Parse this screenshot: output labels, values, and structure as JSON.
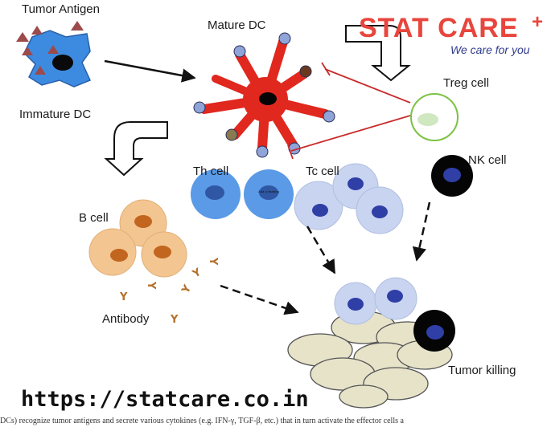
{
  "labels": {
    "tumor_antigen": "Tumor Antigen",
    "immature_dc": "Immature DC",
    "mature_dc": "Mature DC",
    "treg_cell": "Treg cell",
    "th_cell": "Th cell",
    "tc_cell": "Tc cell",
    "nk_cell": "NK cell",
    "b_cell": "B cell",
    "antibody": "Antibody",
    "tumor_killing": "Tumor killing",
    "th_inner_text": "Add a heading"
  },
  "brand": {
    "name": "STAT CARE",
    "plus": "+",
    "tagline": "We care for you"
  },
  "url": "https://statcare.co.in",
  "caption": "DCs) recognize tumor antigens and secrete various cytokines (e.g. IFN-γ, TGF-β, etc.) that in turn activate the effector cells a"
}
